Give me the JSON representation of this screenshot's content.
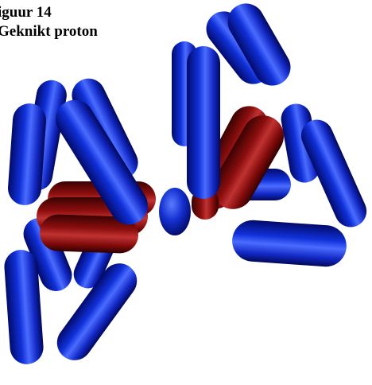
{
  "figure": {
    "label": "iguur 14",
    "title": "Geknikt proton"
  },
  "colors": {
    "rod_blue": "#1024c8",
    "rod_red": "#8a0c0c",
    "background": "#ffffff"
  },
  "illustration": {
    "subject": "bent-proton",
    "clusters": 2,
    "rod_colors": [
      "blue",
      "red"
    ]
  }
}
